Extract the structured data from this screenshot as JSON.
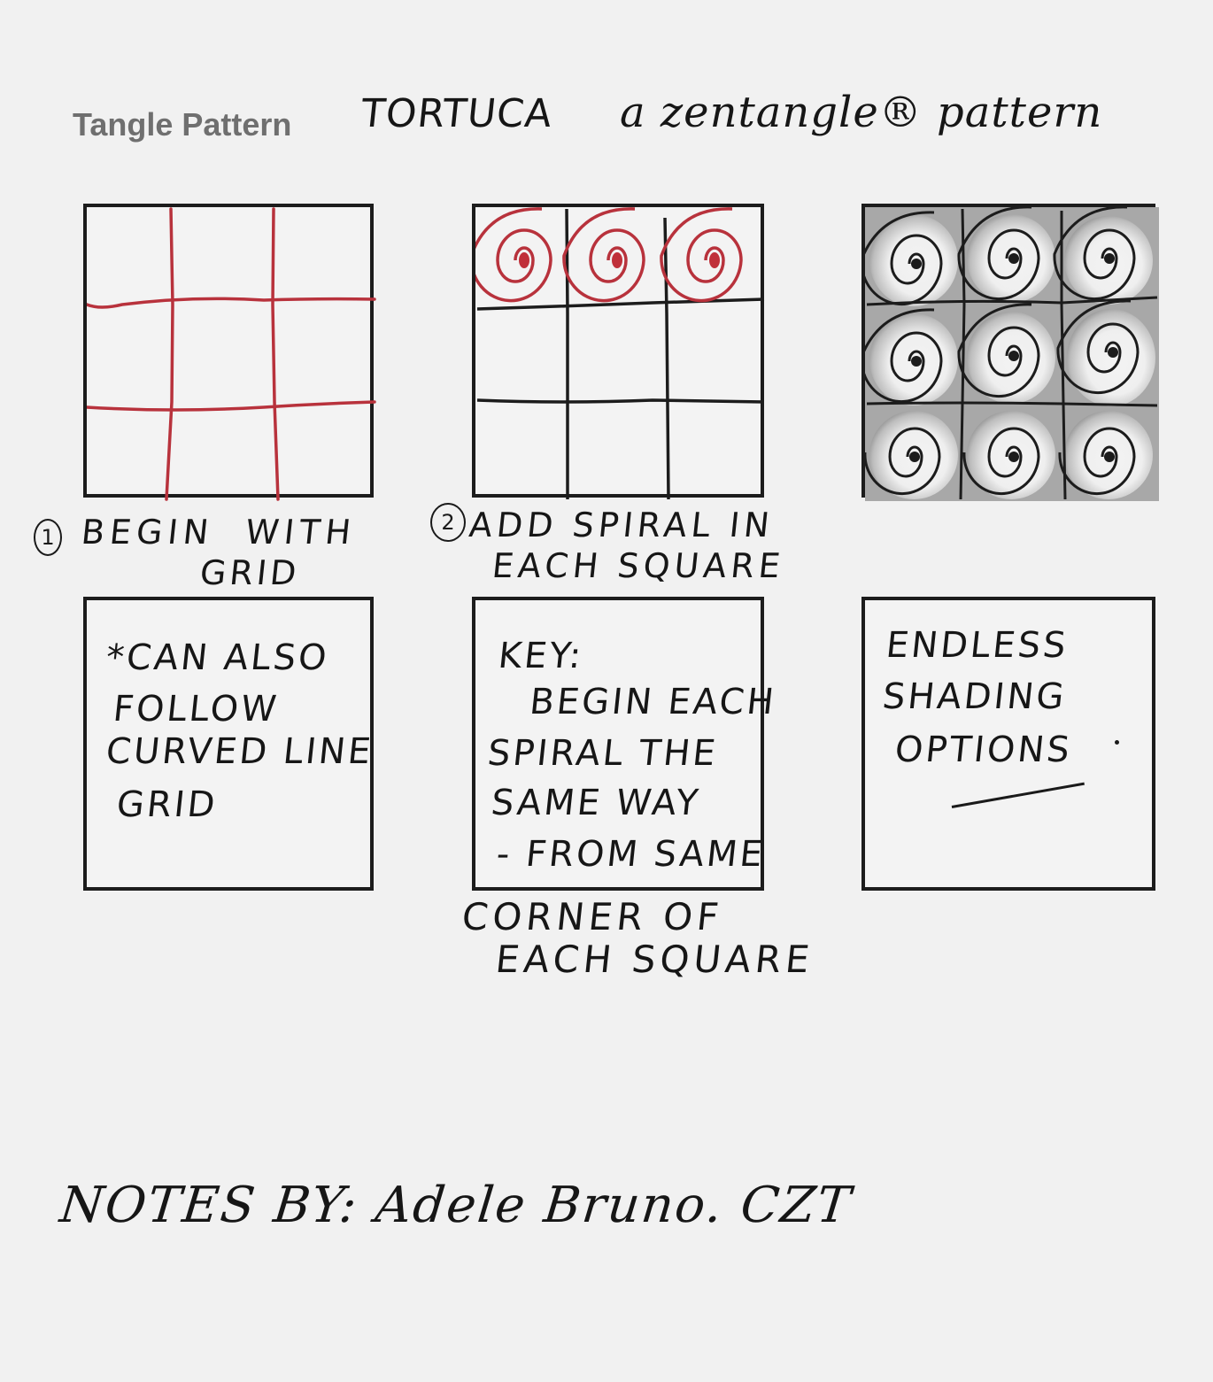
{
  "header": {
    "printed_label": "Tangle Pattern",
    "pattern_name": "TORTUCA",
    "subtitle": "a zentangle® pattern"
  },
  "colors": {
    "paper": "#f1f1f1",
    "ink_black": "#1a1a1a",
    "ink_red": "#b8323c",
    "printed_gray": "#6f6f6f",
    "shading_gray": "#9a9a9a"
  },
  "tiles": [
    {
      "id": "step-1-tile",
      "description": "3x3 grid drawn in red",
      "grid": "3x3",
      "grid_color": "red",
      "spirals": 0
    },
    {
      "id": "step-2-tile",
      "description": "black 3x3 grid with red spirals in top row",
      "grid": "3x3",
      "grid_color": "black",
      "spirals": 3,
      "spiral_color": "red"
    },
    {
      "id": "finished-tile",
      "description": "black 3x3 grid fully filled with spirals, graphite shading",
      "grid": "3x3",
      "grid_color": "black",
      "spirals": 9,
      "spiral_color": "black",
      "shaded": true
    }
  ],
  "steps": [
    {
      "number": "1",
      "line1": "BEGIN  WITH",
      "line2": "GRID"
    },
    {
      "number": "2",
      "line1": "ADD SPIRAL IN",
      "line2": "EACH SQUARE"
    }
  ],
  "notes": [
    {
      "id": "note-curved-grid",
      "lines": [
        "*CAN ALSO",
        "FOLLOW",
        "CURVED LINE",
        "GRID"
      ]
    },
    {
      "id": "note-key",
      "lines": [
        "KEY:",
        "  BEGIN EACH",
        "SPIRAL THE",
        "SAME WAY",
        "- FROM SAME"
      ]
    },
    {
      "id": "note-shading",
      "lines": [
        "ENDLESS",
        "SHADING",
        "OPTIONS"
      ]
    }
  ],
  "key_continuation": {
    "line1": "CORNER OF",
    "line2": "EACH SQUARE"
  },
  "footer": {
    "signature": "NOTES BY: Adele Bruno. CZT"
  }
}
